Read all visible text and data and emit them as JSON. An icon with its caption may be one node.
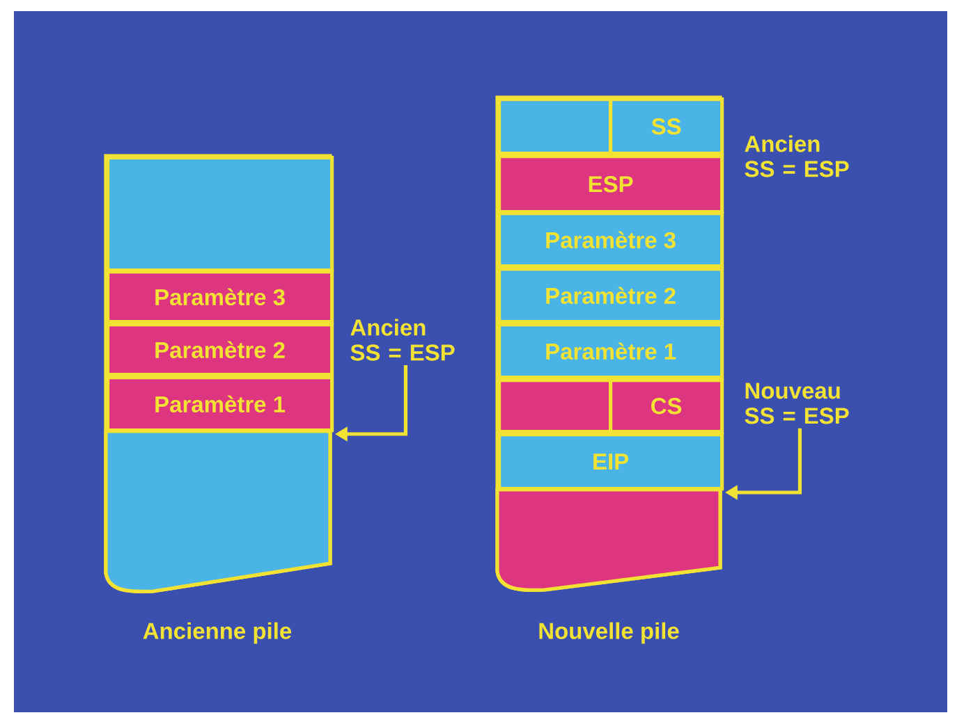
{
  "diagram": {
    "nodes": [
      {
        "text": [
          "Ancienne pile"
        ]
      },
      {
        "text": [],
        "shape": "box",
        "in": 0
      },
      {
        "text": [
          "Paramètre 3"
        ],
        "in": 0
      },
      {
        "text": [
          "Paramètre 2"
        ],
        "in": 0
      },
      {
        "text": [
          "Paramètre 1"
        ],
        "in": 0
      },
      {
        "text": [],
        "shape": "box",
        "in": 0
      },
      {
        "text": [
          "Ancien SS = ESP"
        ]
      },
      {
        "text": [
          "Nouvelle pile"
        ]
      },
      {
        "text": [],
        "shape": "box",
        "in": 7
      },
      {
        "text": [
          "SS"
        ],
        "in": 7
      },
      {
        "text": [
          "ESP"
        ],
        "in": 7
      },
      {
        "text": [
          "Paramètre 3"
        ],
        "in": 7
      },
      {
        "text": [
          "Paramètre 2"
        ],
        "in": 7
      },
      {
        "text": [
          "Paramètre 1"
        ],
        "in": 7
      },
      {
        "text": [],
        "shape": "box",
        "in": 7
      },
      {
        "text": [
          "CS"
        ],
        "in": 7
      },
      {
        "text": [
          "EIP"
        ],
        "in": 7
      },
      {
        "text": [],
        "shape": "box",
        "in": 7
      },
      {
        "text": [
          "Nouveau SS = ESP"
        ]
      }
    ],
    "edges": [
      {
        "from": 6,
        "to": 5,
        "arrow": "to"
      },
      {
        "from": 18,
        "to": 17,
        "arrow": "to"
      }
    ],
    "labels": [
      "Ancien SS = ESP"
    ]
  }
}
